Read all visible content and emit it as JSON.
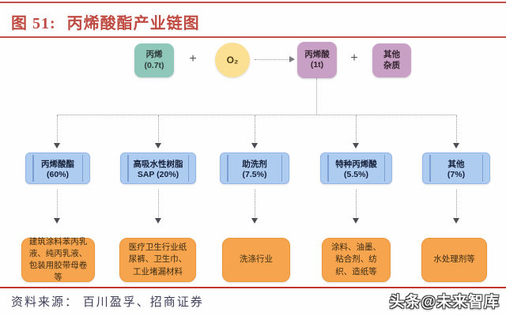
{
  "header": {
    "fig_label": "图 51:",
    "fig_title": "丙烯酸酯产业链图"
  },
  "top_row": {
    "propylene": {
      "name": "丙烯",
      "amount": "(0.7t)"
    },
    "plus1": "+",
    "oxygen": "O₂",
    "acrylic_acid": {
      "name": "丙烯酸",
      "amount": "(1t)"
    },
    "plus2": "+",
    "impurities": {
      "line1": "其他",
      "line2": "杂质"
    }
  },
  "mid_row": [
    {
      "line1": "丙烯酸酯",
      "line2": "(60%)"
    },
    {
      "line1": "高吸水性树脂",
      "line2": "SAP (20%)"
    },
    {
      "line1": "助洗剂",
      "line2": "(7.5%)"
    },
    {
      "line1": "特种丙烯酸",
      "line2": "(5.5%)"
    },
    {
      "line1": "其他",
      "line2": "(7%)"
    }
  ],
  "bottom_row": [
    {
      "text": "建筑涂料苯丙乳液、纯丙乳液、包装用胶带母卷等"
    },
    {
      "text": "医疗卫生行业纸尿裤、卫生巾、工业堵漏材料"
    },
    {
      "text": "洗涤行业"
    },
    {
      "text": "涂料、油墨、粘合剂、纺织、造纸等"
    },
    {
      "text": "水处理剂等"
    }
  ],
  "footer": {
    "source": "资料来源： 百川盈孚、招商证券",
    "watermark": "头条@未来智库"
  },
  "colors": {
    "rule_red": "#c0504d",
    "title_red": "#bf4a41",
    "propylene_teal": "#8fc7ba",
    "oxygen_yellow": "#fbdf92",
    "acrylic_mauve": "#c89fc5",
    "mid_blue_fill": "#aecbf0",
    "mid_blue_bar": "#7d9fd6",
    "end_orange": "#f6a44e",
    "connector_gray": "#9a9aa2",
    "source_navy": "#3f3f5a"
  }
}
